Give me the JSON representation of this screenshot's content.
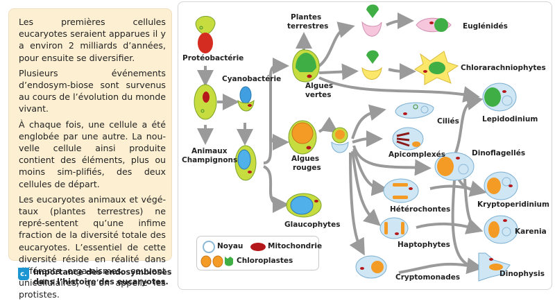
{
  "text_panel": {
    "paragraphs": [
      "Les premières cellules eucaryotes seraient apparues il y a environ 2 milliards d’années, pour ensuite se diversifier.",
      "Plusieurs événements d’endosym-biose sont survenus au cours de l’évolution du monde vivant.",
      "À chaque fois, une cellule a été englobée par une autre. La nou-velle cellule ainsi produite contient des éléments, plus ou moins sim-plifiés, des deux cellules de départ.",
      "Les eucaryotes animaux et végé-taux (plantes terrestres) ne repré-sentent qu’une infime fraction de la diversité totale des eucaryotes. L’essentiel de cette diversité réside en réalité dans différents orga-nismes, souvent unicellulaires, qu’on appelle les protistes."
    ]
  },
  "caption": {
    "badge": "c.",
    "line1": "Importance des endosymbioses",
    "line2": "dans l’histoire des eucaryotes.",
    "badge_color": "#1b96d2"
  },
  "diagram": {
    "labels": {
      "proteobacterie": "Protéobactérie",
      "cyanobacterie": "Cyanobactérie",
      "animaux": "Animaux",
      "champignons": "Champignons",
      "plantes1": "Plantes",
      "plantes2": "terrestres",
      "algues_vertes1": "Algues",
      "algues_vertes2": "vertes",
      "algues_rouges1": "Algues",
      "algues_rouges2": "rouges",
      "glaucophytes": "Glaucophytes",
      "euglenides": "Euglénidés",
      "chlorarachniophytes": "Chlorarachniophytes",
      "lepidodinium": "Lepidodinium",
      "cilies": "Ciliés",
      "apicomplexes": "Apicomplexés",
      "dinoflagelles": "Dinoflagellés",
      "heterochontes": "Hétérochontes",
      "kryptoperidinium": "Kryptoperidinium",
      "haptophytes": "Haptophytes",
      "karenia": "Karenia",
      "cryptomonades": "Cryptomonades",
      "dinophysis": "Dinophysis"
    },
    "legend": {
      "noyau": "Noyau",
      "mitochondrie": "Mitochondrie",
      "chloroplastes": "Chloroplastes"
    },
    "colors": {
      "arrow": "#9a9a9a",
      "cell_green": "#c7dd3f",
      "cell_blue": "#cfe6f5",
      "chloroplast_green": "#3fae45",
      "chloroplast_orange": "#f39b24",
      "mitochondria": "#b5181b",
      "nucleus_blue": "#2f93d8",
      "pink": "#f6c6dd",
      "yellow": "#fbe86b"
    }
  }
}
